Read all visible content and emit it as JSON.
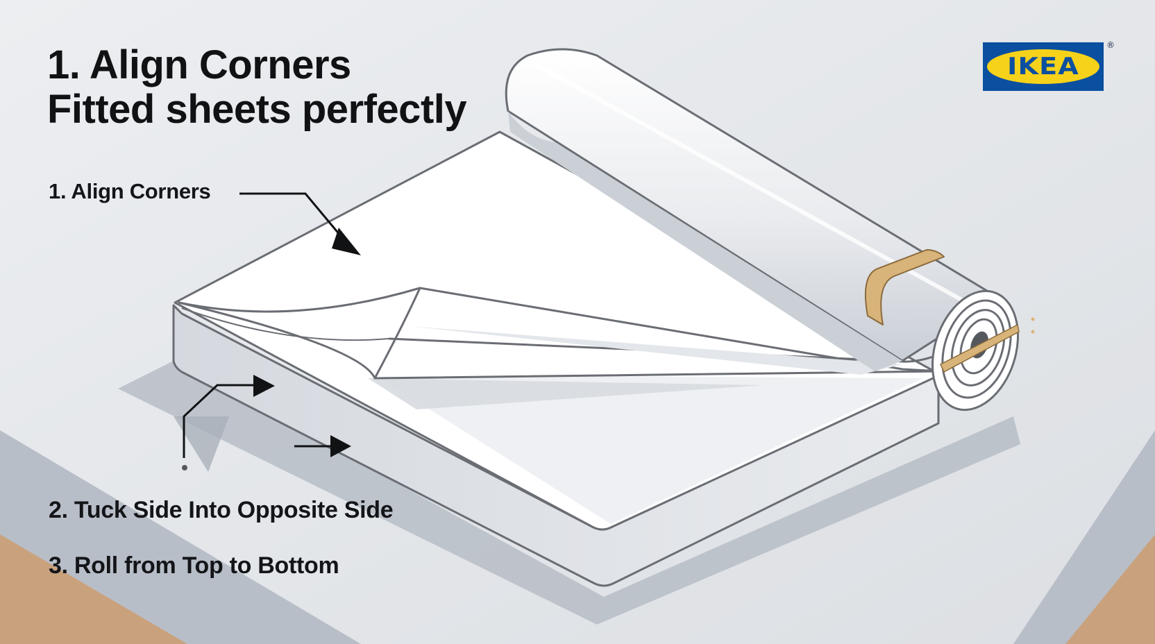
{
  "header": {
    "title_line1": "1. Align Corners",
    "title_line2": "Fitted sheets perfectly"
  },
  "steps": [
    {
      "label": "1. Align Corners"
    },
    {
      "label": "2. Tuck Side Into Opposite Side"
    },
    {
      "label": "3. Roll from Top to Bottom"
    }
  ],
  "brand": {
    "logo_text": "IKEA",
    "registered_mark": "®",
    "logo_blue": "#0b4fa0",
    "logo_yellow": "#f6d21a"
  },
  "illustration": {
    "subject": "fitted-sheet-folding-mattress",
    "sheet_color": "#ffffff",
    "shadow_color": "#c7ccd4",
    "band_color": "#d9b47a",
    "wood_color": "#c9a27d",
    "outline_color": "#6a6d73"
  }
}
